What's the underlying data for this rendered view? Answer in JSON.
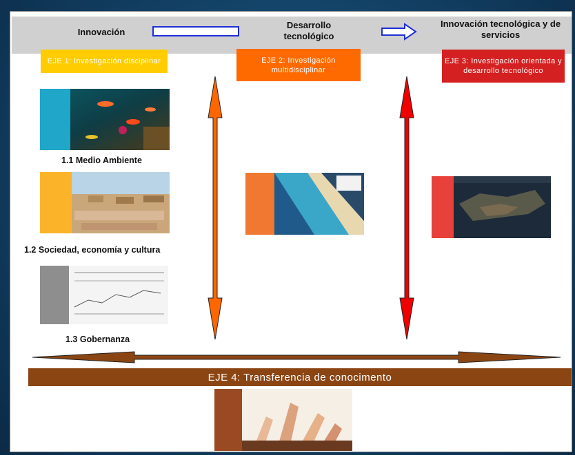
{
  "header": {
    "col1": "Innovación",
    "col2": "Desarrollo tecnológico",
    "col3": "Innovación tecnológica y de servicios"
  },
  "ejes": {
    "eje1": "EJE 1: Investigación disciplinar",
    "eje2": "EJE 2: Investigación multidisciplinar",
    "eje3": "EJE 3: Investigación orientada y desarrollo tecnológico",
    "eje4": "EJE 4: Transferencia de conocimento"
  },
  "captions": {
    "c1": "1.1 Medio Ambiente",
    "c2": "1.2 Sociedad, economía y cultura",
    "c3": "1.3 Gobernanza"
  },
  "colors": {
    "eje1": "#ffcc00",
    "eje2": "#ff6a00",
    "eje3": "#d42020",
    "eje4": "#8b4513",
    "arrow_blue": "#1f2fd6",
    "arrow_orange": "#ff6600",
    "arrow_red": "#ee0000"
  }
}
